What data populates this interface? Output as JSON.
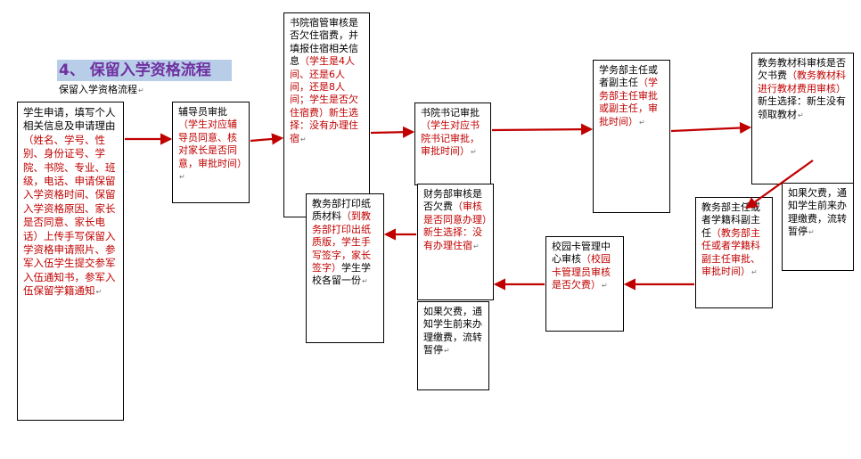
{
  "title": "4、 保留入学资格流程",
  "subtitle": "保留入学资格流程",
  "colors": {
    "arrow": "#c00000",
    "highlight": "#c00000",
    "title_bg": "#b7cde8",
    "title_text": "#7030a0"
  },
  "boxes": {
    "b1": {
      "black": "学生申请，填写个人相关信息及申请理由",
      "red": "（姓名、学号、性别、身份证号、学院、书院、专业、班级，电话、申请保留入学资格时间、保留入学资格原因、家长是否同意、家长电话）上传手写保留入学资格申请照片、参军入伍学生提交参军入伍通知书，参军入伍保留学籍通知",
      "tail": ""
    },
    "b2": {
      "black": "辅导员审批",
      "red": "（学生对应辅导员同意、核对家长是否同意，审批时间）",
      "tail": ""
    },
    "b3": {
      "black": "书院宿管审核是否欠住宿费，并填报住宿相关信息",
      "red": "（学生是4人间、还是6人间，还是8人间；学生是否欠住宿费）新生选择：没有办理住宿",
      "tail": ""
    },
    "b4": {
      "black": "书院书记审批",
      "red": "（学生对应书院书记审批，审批时间）",
      "tail": ""
    },
    "b5": {
      "black": "学务部主任或者副主任",
      "red": "（学务部主任审批或副主任，审批时间）",
      "tail": ""
    },
    "b6": {
      "black": "教务教材科审核是否欠书费",
      "red": "（教务教材科进行教材费用审核）",
      "tail": "新生选择：新生没有领取教材"
    },
    "b7": {
      "black": "如果欠费，通知学生前来办理缴费，流转暂停",
      "red": "",
      "tail": ""
    },
    "b8": {
      "black": "教务部主任或者学籍科副主任",
      "red": "（教务部主任或者学籍科副主任审批、审批时间）",
      "tail": ""
    },
    "b9": {
      "black": "校园卡管理中心审核",
      "red": "（校园卡管理员审核是否欠费）",
      "tail": ""
    },
    "b10": {
      "black": "财务部审核是否欠费",
      "red": "（审核是否同意办理）新生选择：没有办理住宿",
      "tail": ""
    },
    "b11": {
      "black": "如果欠费，通知学生前来办理缴费，流转暂停",
      "red": "",
      "tail": ""
    },
    "b12": {
      "black": "教务部打印纸质材料",
      "red": "（到教务部打印出纸质版，学生手写签字，家长签字）",
      "tail": "学生学校各留一份"
    }
  }
}
